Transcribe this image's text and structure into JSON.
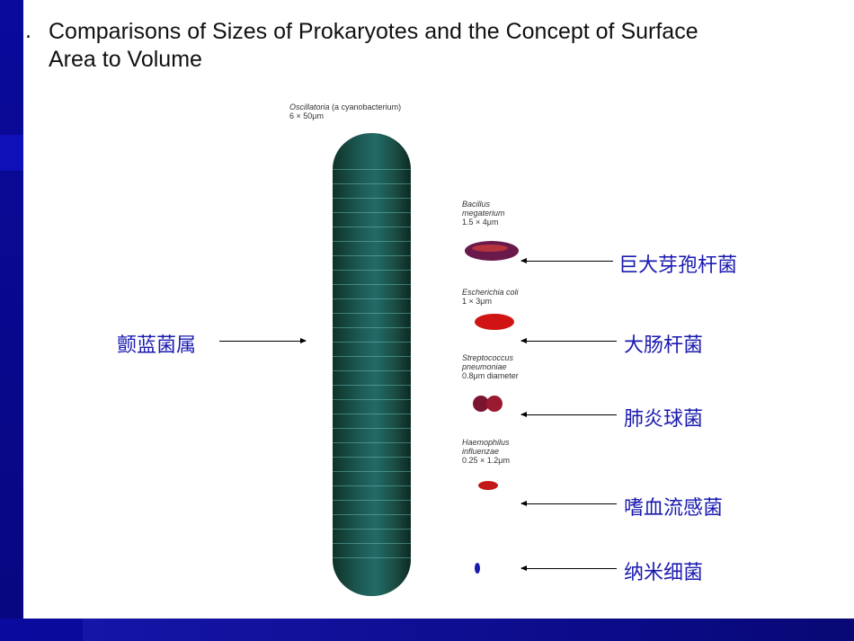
{
  "title": {
    "bullet": ".",
    "line1": "Comparisons of Sizes of Prokaryotes and the Concept of Surface",
    "line2": "Area to Volume"
  },
  "organisms": [
    {
      "id": "oscillatoria",
      "name": "Oscillatoria",
      "note": "(a cyanobacterium)",
      "size": "6 × 50μm",
      "chinese": "颤蓝菌属",
      "color": "#1d5a55"
    },
    {
      "id": "bacillus",
      "name_line1": "Bacillus",
      "name_line2": "megaterium",
      "size": "1.5 × 4μm",
      "chinese": "巨大芽孢杆菌",
      "color": "#8a1a3a"
    },
    {
      "id": "ecoli",
      "name_line1": "Escherichia coli",
      "size": "1 × 3μm",
      "chinese": "大肠杆菌",
      "color": "#c81010"
    },
    {
      "id": "strep",
      "name_line1": "Streptococcus",
      "name_line2": "pneumoniae",
      "size": "0.8μm diameter",
      "chinese": "肺炎球菌",
      "color": "#8c1530"
    },
    {
      "id": "haemophilus",
      "name_line1": "Haemophilus",
      "name_line2": "influenzae",
      "size": "0.25 × 1.2μm",
      "chinese": "嗜血流感菌",
      "color": "#c01818"
    },
    {
      "id": "nano",
      "chinese": "纳米细菌",
      "color": "#1a1ab0"
    }
  ]
}
